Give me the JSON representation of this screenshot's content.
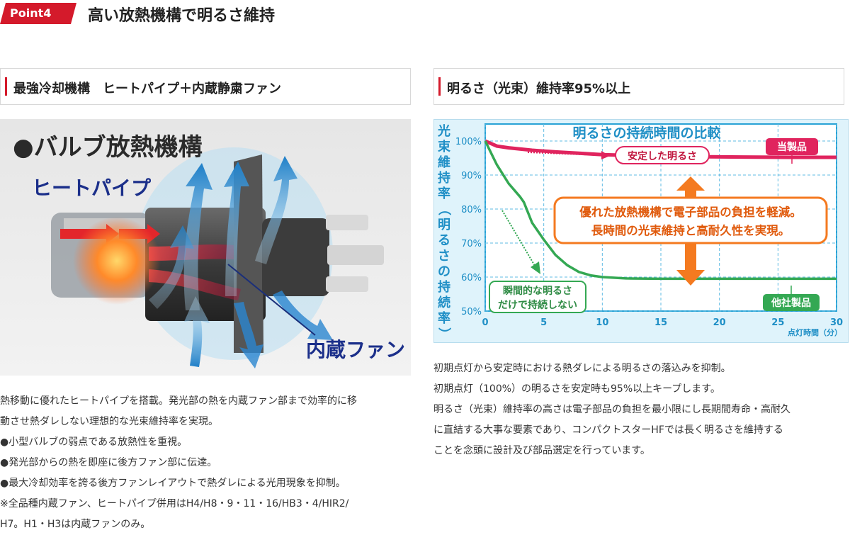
{
  "header": {
    "badge": "Point4",
    "title": "高い放熱機構で明るさ維持"
  },
  "left": {
    "heading": "最強冷却機構　ヒートパイプ＋内蔵静粛ファン",
    "diagram": {
      "title": "●バルブ放熱機構",
      "label_heatpipe": "ヒートパイプ",
      "label_fan": "内蔵ファン"
    },
    "paragraphs": [
      "熱移動に優れたヒートパイプを搭載。発光部の熱を内蔵ファン部まで効率的に移",
      "動させ熱ダレしない理想的な光束維持率を実現。",
      "●小型バルブの弱点である放熱性を重視。",
      "●発光部からの熱を即座に後方ファン部に伝達。",
      "●最大冷却効率を誇る後方ファンレイアウトで熱ダレによる光用現象を抑制。",
      "※全品種内蔵ファン、ヒートパイプ併用はH4/H8・9・11・16/HB3・4/HIR2/",
      "H7。H1・H3は内蔵ファンのみ。"
    ]
  },
  "right": {
    "heading": "明るさ（光束）維持率95%以上",
    "paragraphs": [
      "初期点灯から安定時における熱ダレによる明るさの落込みを抑制。",
      "初期点灯（100%）の明るさを安定時も95%以上キープします。",
      "明るさ（光束）維持率の高さは電子部品の負担を最小限にし長期間寿命・高耐久",
      "に直結する大事な要素であり、コンパクトスターHFでは長く明るさを維持する",
      "ことを念頭に設計及び部品選定を行っています。"
    ]
  },
  "chart_data": {
    "type": "line",
    "title": "明るさの持続時間の比較",
    "ylabel": "光束維持率（明るさの持続率）",
    "xlabel": "点灯時間（分）",
    "x_ticks": [
      "0",
      "5",
      "10",
      "15",
      "20",
      "25",
      "30"
    ],
    "y_ticks": [
      "100%",
      "90%",
      "80%",
      "70%",
      "60%",
      "50%"
    ],
    "xlim": [
      0,
      30
    ],
    "ylim": [
      50,
      105
    ],
    "grid": true,
    "series": [
      {
        "name": "当製品",
        "color": "#e0245e",
        "x": [
          0,
          1,
          2,
          4,
          6,
          8,
          10,
          14,
          18,
          22,
          26,
          30
        ],
        "y": [
          100,
          98.5,
          98,
          97.3,
          96.8,
          96.4,
          96,
          95.6,
          95.4,
          95.3,
          95.2,
          95.2
        ]
      },
      {
        "name": "他社製品",
        "color": "#34a853",
        "x": [
          0,
          1,
          2,
          3,
          3.3,
          4,
          5,
          6,
          7,
          8,
          9,
          10,
          12,
          15,
          20,
          25,
          30
        ],
        "y": [
          100,
          93,
          87.5,
          83.5,
          82,
          76,
          71,
          66.5,
          63.5,
          61.5,
          60.5,
          60,
          59.6,
          59.5,
          59.5,
          59.5,
          59.5
        ]
      }
    ],
    "annotations": {
      "stable": "安定した明るさ",
      "momentary_line1": "瞬間的な明るさ",
      "momentary_line2": "だけで持続しない",
      "message_line1": "優れた放熱機構で電子部品の負担を軽減。",
      "message_line2": "長時間の光束維持と高耐久性を実現。"
    }
  }
}
